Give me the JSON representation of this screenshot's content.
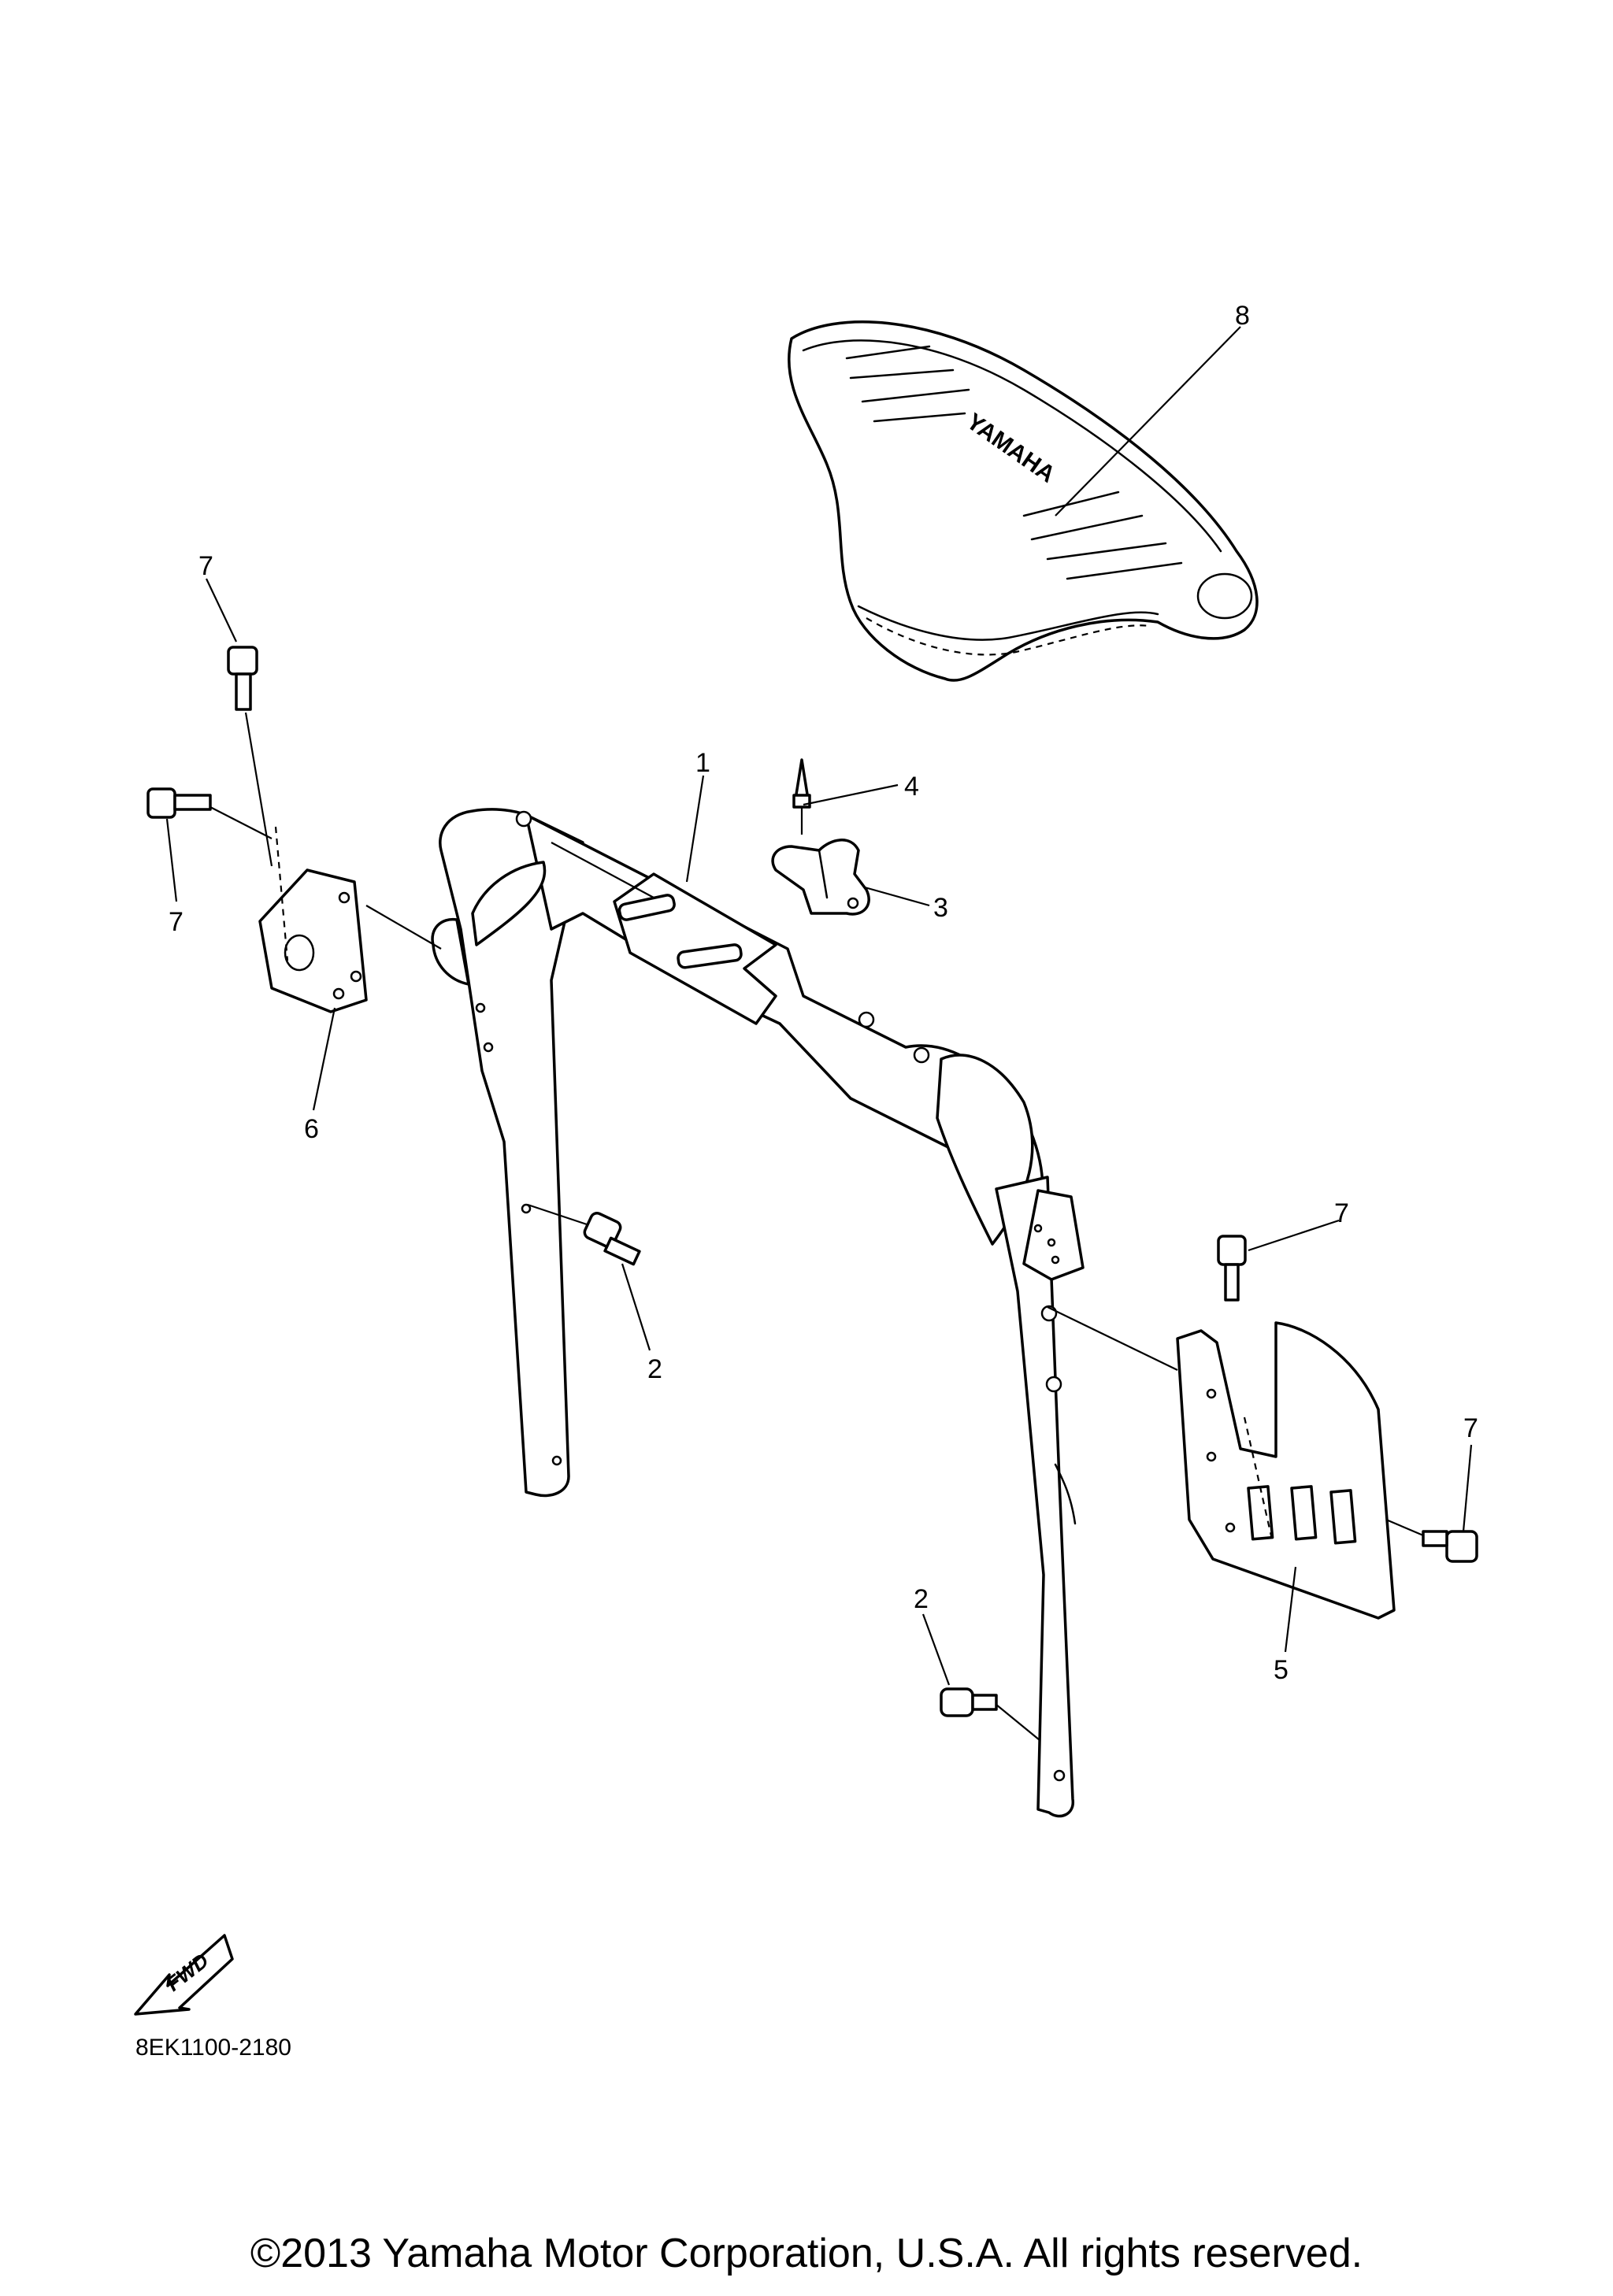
{
  "diagram": {
    "callouts": [
      {
        "id": "1",
        "label": "1"
      },
      {
        "id": "2a",
        "label": "2"
      },
      {
        "id": "2b",
        "label": "2"
      },
      {
        "id": "3",
        "label": "3"
      },
      {
        "id": "4",
        "label": "4"
      },
      {
        "id": "5",
        "label": "5"
      },
      {
        "id": "6",
        "label": "6"
      },
      {
        "id": "7a",
        "label": "7"
      },
      {
        "id": "7b",
        "label": "7"
      },
      {
        "id": "7c",
        "label": "7"
      },
      {
        "id": "7d",
        "label": "7"
      },
      {
        "id": "8",
        "label": "8"
      }
    ],
    "seat_branding": "YAMAHA",
    "fwd_badge": "FWD",
    "drawing_code": "8EK1100-2180"
  },
  "footer": {
    "copyright": "©2013 Yamaha Motor Corporation, U.S.A. All rights reserved."
  },
  "icons": {
    "fwd": "fwd-arrow-icon"
  }
}
